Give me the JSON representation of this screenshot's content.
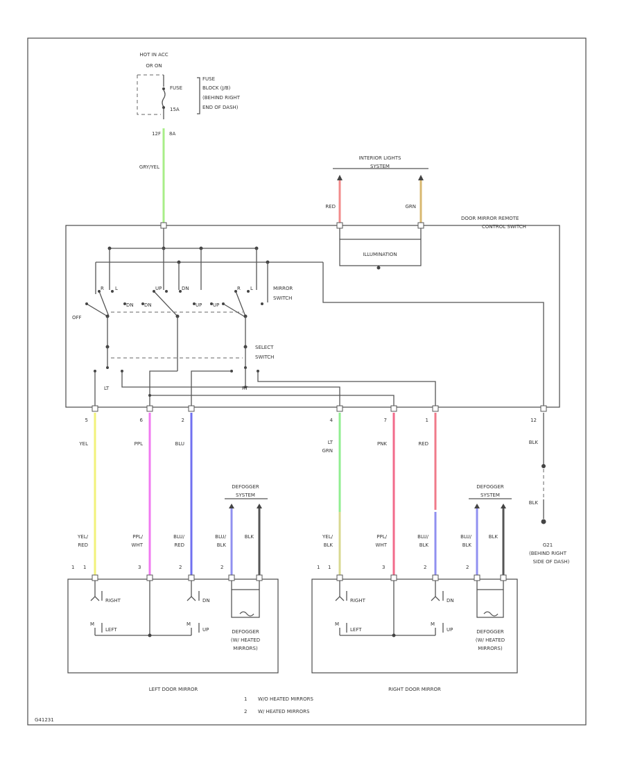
{
  "top": {
    "hot_line1": "HOT IN ACC",
    "hot_line2": "OR ON",
    "fuse_label": "FUSE",
    "fuse_amp": "15A",
    "fuse_note": [
      "FUSE",
      "BLOCK (J/B)",
      "(BEHIND RIGHT",
      "END OF DASH)"
    ],
    "conn_left": "12F",
    "conn_right": "8A"
  },
  "wires": {
    "gry_yel": "GRY/YEL",
    "red": "RED",
    "grn": "GRN",
    "yel": "YEL",
    "ppl": "PPL",
    "blu": "BLU",
    "lt_grn": [
      "LT",
      "GRN"
    ],
    "pnk": "PNK",
    "red2": "RED",
    "blk_a": "BLK",
    "blk_b": "BLK",
    "left_lower": [
      [
        "YEL/",
        "RED"
      ],
      [
        "PPL/",
        "WHT"
      ],
      [
        "BLU/",
        "RED"
      ],
      [
        "BLU/",
        "BLK"
      ],
      [
        "BLK",
        ""
      ]
    ],
    "right_lower": [
      [
        "YEL/",
        "BLK"
      ],
      [
        "PPL/",
        "WHT"
      ],
      [
        "BLU/",
        "BLK"
      ],
      [
        "BLU/",
        "BLK"
      ],
      [
        "BLK",
        ""
      ]
    ]
  },
  "pins": {
    "p5": "5",
    "p6": "6",
    "p2": "2",
    "p4": "4",
    "p7": "7",
    "p1": "1",
    "p12": "12",
    "l_pins": [
      "1",
      "1",
      "3",
      "2",
      "2"
    ],
    "r_pins": [
      "1",
      "1",
      "3",
      "2",
      "2"
    ]
  },
  "labels": {
    "interior": [
      "INTERIOR LIGHTS",
      "SYSTEM"
    ],
    "door_mirror": [
      "DOOR MIRROR REMOTE",
      "CONTROL SWITCH"
    ],
    "illumination": "ILLUMINATION",
    "mirror_switch": [
      "MIRROR",
      "SWITCH"
    ],
    "select_switch": [
      "SELECT",
      "SWITCH"
    ],
    "off": "OFF",
    "r": "R",
    "l": "L",
    "up": "UP",
    "dn": "DN",
    "lt": "LT",
    "rt": "RT",
    "defogger_l": [
      "DEFOGGER",
      "SYSTEM"
    ],
    "defogger_r": [
      "DEFOGGER",
      "SYSTEM"
    ],
    "ground": [
      "G21",
      "(BEHIND RIGHT",
      "SIDE OF DASH)"
    ],
    "right": "RIGHT",
    "left": "LEFT",
    "dn_small": "DN",
    "up_small": "UP",
    "defogger_heated": [
      "DEFOGGER",
      "(W/ HEATED",
      "MIRRORS)"
    ],
    "left_door_mirror": "LEFT DOOR MIRROR",
    "right_door_mirror": "RIGHT DOOR MIRROR",
    "legend_1_num": "1",
    "legend_1": "W/O HEATED MIRRORS",
    "legend_2_num": "2",
    "legend_2": "W/ HEATED MIRRORS",
    "fig_id": "G41231"
  },
  "colors": {
    "gry_yel": "#a8ee88",
    "red": "#f28b8b",
    "grn": "#d8b870",
    "yel": "#f2f27a",
    "ppl": "#f07af0",
    "blu": "#7070f0",
    "lt_grn": "#90ee90",
    "pnk": "#f26a8a",
    "red2": "#f07a8a",
    "yel_blk": "#d8d890",
    "blu_blk": "#9090f0",
    "blk": "#555555"
  }
}
